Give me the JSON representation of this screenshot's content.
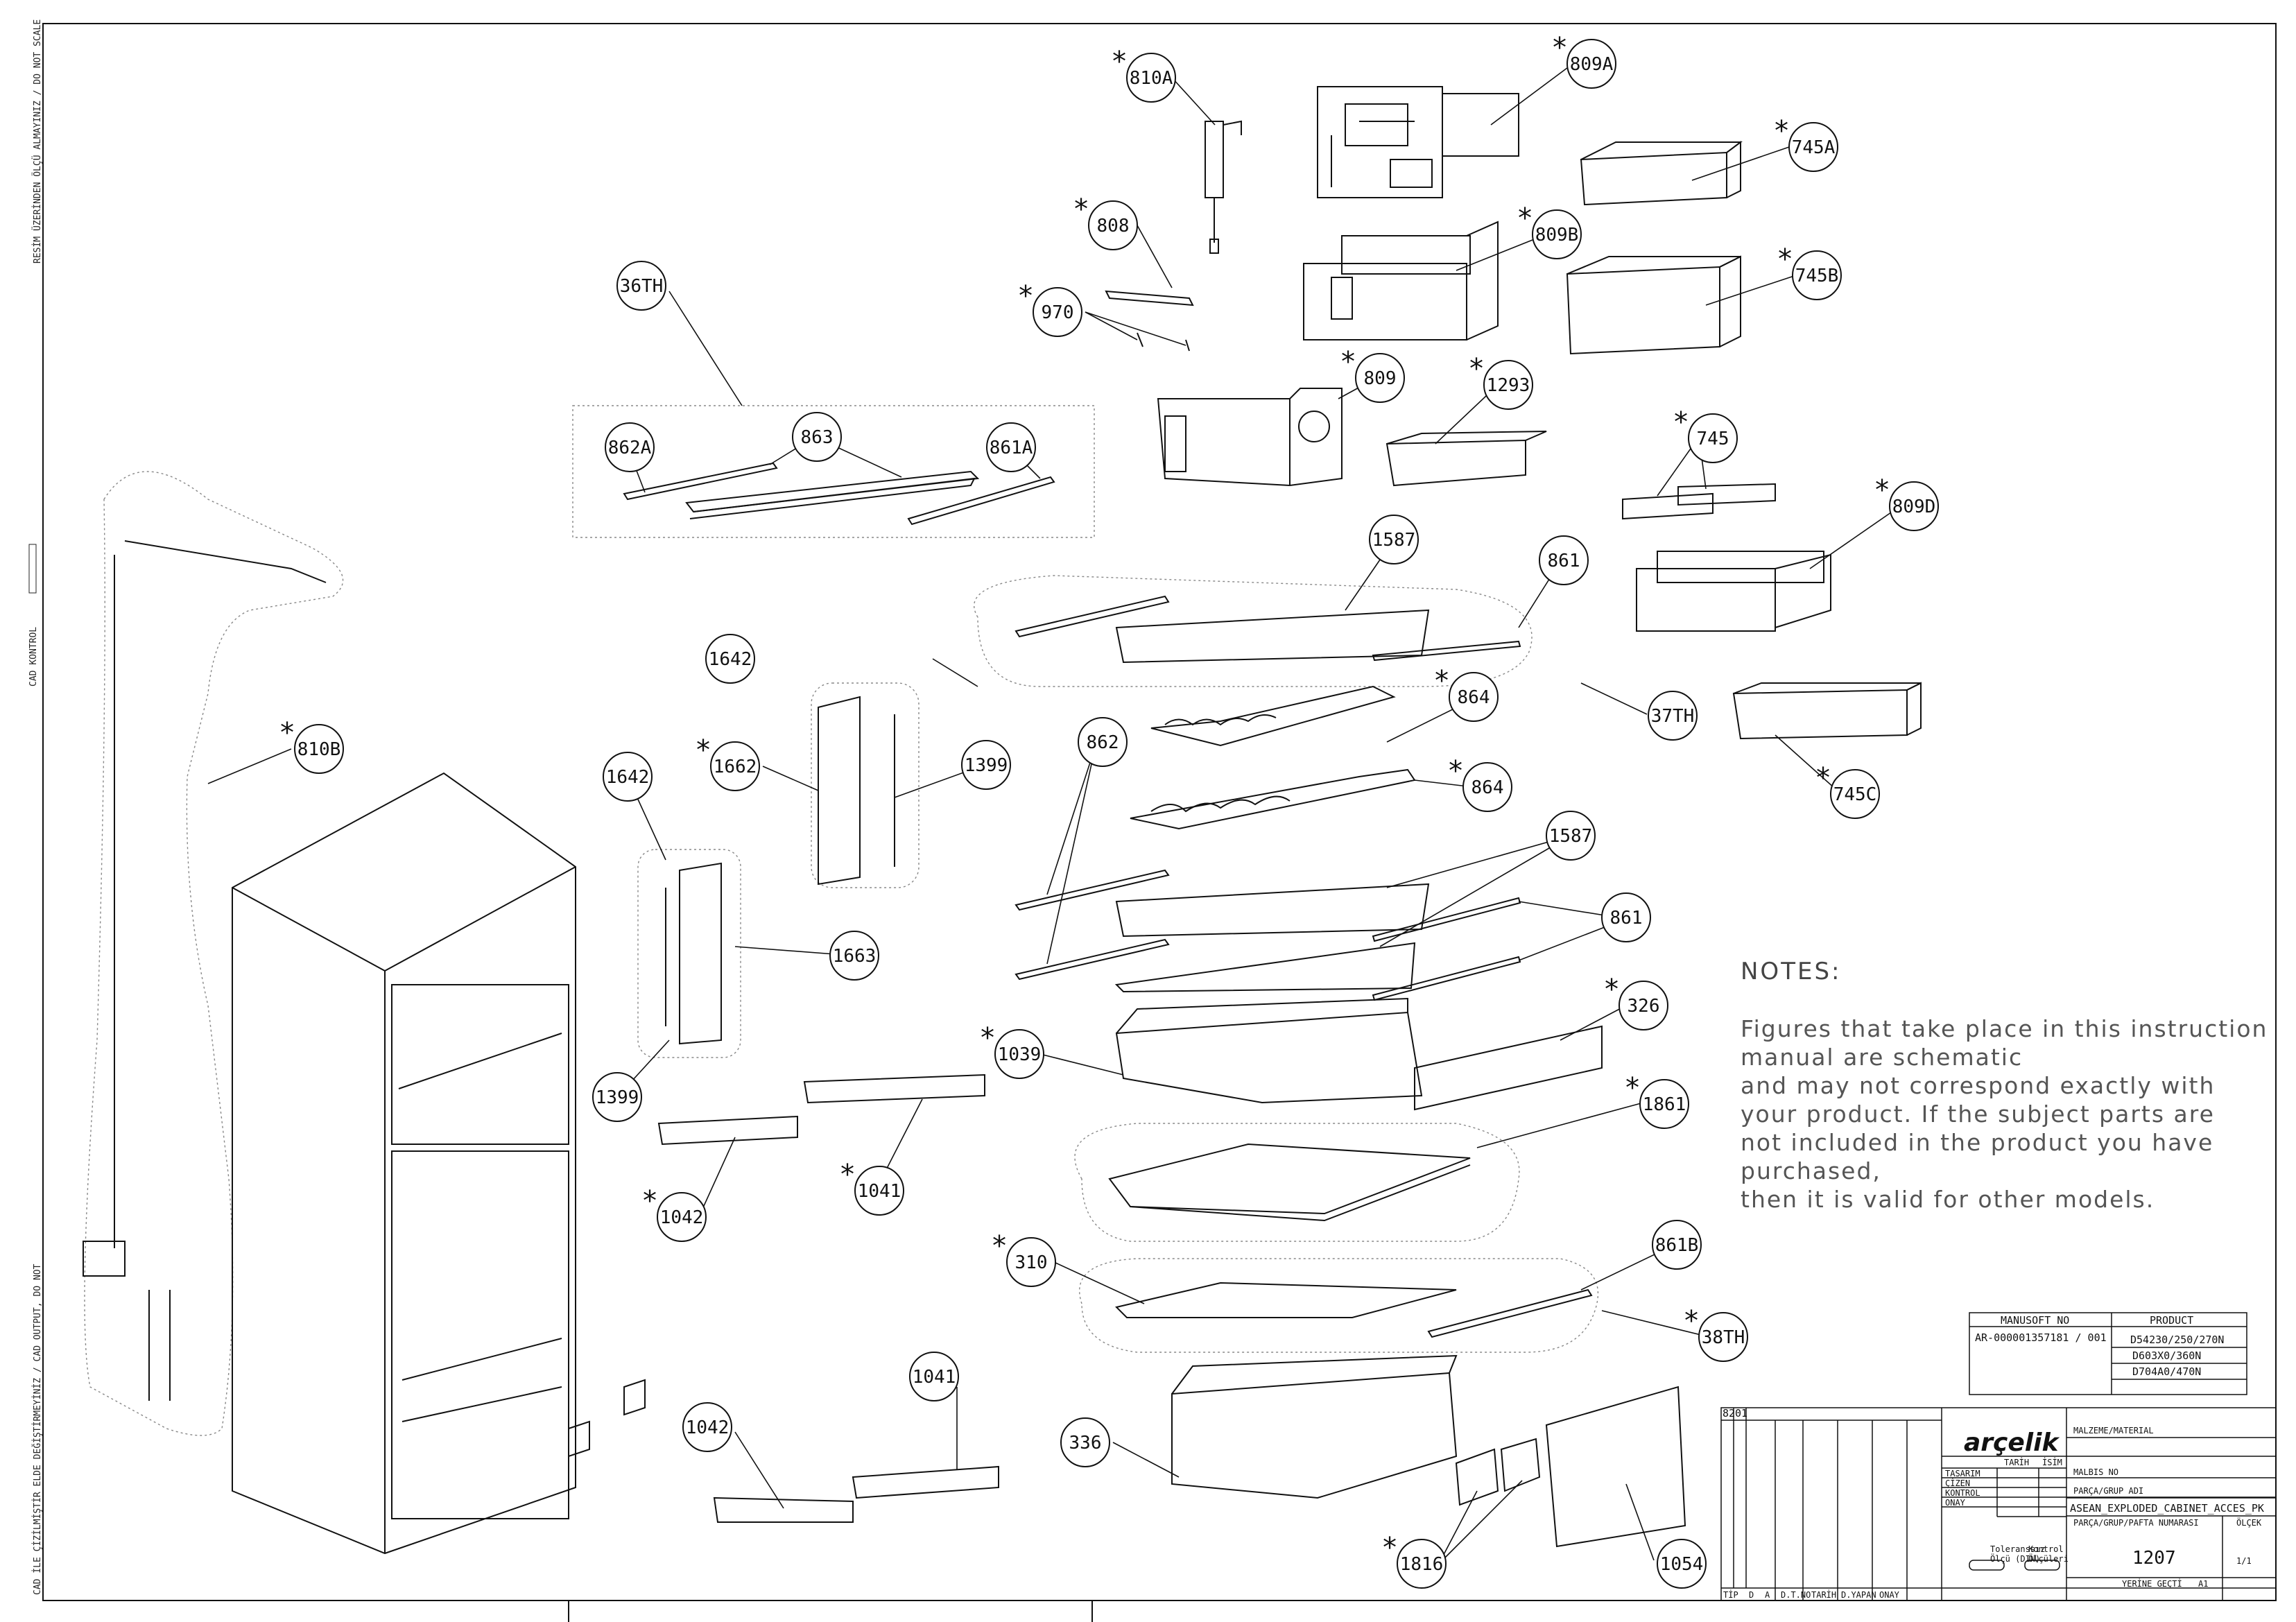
{
  "side_labels": {
    "top": "RESİM ÜZERİNDEN ÖLÇÜ ALMAYINIZ / DO NOT SCALE",
    "middle": "CAD KONTROL",
    "bottom": "CAD İLE ÇİZİLMİŞTİR ELDE DEĞİŞTİRMEYİNİZ / CAD OUTPUT, DO NOT"
  },
  "callouts": [
    {
      "id": "810A",
      "label": "810A",
      "star": true
    },
    {
      "id": "809A",
      "label": "809A",
      "star": true
    },
    {
      "id": "808",
      "label": "808",
      "star": true
    },
    {
      "id": "809B",
      "label": "809B",
      "star": true
    },
    {
      "id": "745A",
      "label": "745A",
      "star": true
    },
    {
      "id": "745B",
      "label": "745B",
      "star": true
    },
    {
      "id": "970",
      "label": "970",
      "star": true
    },
    {
      "id": "36TH",
      "label": "36TH",
      "star": false
    },
    {
      "id": "809",
      "label": "809",
      "star": true
    },
    {
      "id": "1293",
      "label": "1293",
      "star": true
    },
    {
      "id": "745",
      "label": "745",
      "star": true
    },
    {
      "id": "862A",
      "label": "862A",
      "star": false
    },
    {
      "id": "863",
      "label": "863",
      "star": false
    },
    {
      "id": "861A",
      "label": "861A",
      "star": false
    },
    {
      "id": "809D",
      "label": "809D",
      "star": true
    },
    {
      "id": "1587a",
      "label": "1587",
      "star": false
    },
    {
      "id": "861a",
      "label": "861",
      "star": false
    },
    {
      "id": "1642a",
      "label": "1642",
      "star": false
    },
    {
      "id": "37TH",
      "label": "37TH",
      "star": false
    },
    {
      "id": "864a",
      "label": "864",
      "star": true
    },
    {
      "id": "810B",
      "label": "810B",
      "star": true
    },
    {
      "id": "862",
      "label": "862",
      "star": false
    },
    {
      "id": "1662",
      "label": "1662",
      "star": true
    },
    {
      "id": "1399a",
      "label": "1399",
      "star": false
    },
    {
      "id": "745C",
      "label": "745C",
      "star": true
    },
    {
      "id": "1642b",
      "label": "1642",
      "star": false
    },
    {
      "id": "864b",
      "label": "864",
      "star": true
    },
    {
      "id": "1587b",
      "label": "1587",
      "star": false
    },
    {
      "id": "861b",
      "label": "861",
      "star": false
    },
    {
      "id": "1663",
      "label": "1663",
      "star": false
    },
    {
      "id": "326",
      "label": "326",
      "star": true
    },
    {
      "id": "1039",
      "label": "1039",
      "star": true
    },
    {
      "id": "1399b",
      "label": "1399",
      "star": false
    },
    {
      "id": "1861",
      "label": "1861",
      "star": true
    },
    {
      "id": "1041a",
      "label": "1041",
      "star": true
    },
    {
      "id": "1042a",
      "label": "1042",
      "star": true
    },
    {
      "id": "861B",
      "label": "861B",
      "star": false
    },
    {
      "id": "310",
      "label": "310",
      "star": true
    },
    {
      "id": "38TH",
      "label": "38TH",
      "star": true
    },
    {
      "id": "1041b",
      "label": "1041",
      "star": false
    },
    {
      "id": "1042b",
      "label": "1042",
      "star": false
    },
    {
      "id": "336",
      "label": "336",
      "star": false
    },
    {
      "id": "1816",
      "label": "1816",
      "star": true
    },
    {
      "id": "1054",
      "label": "1054",
      "star": false
    }
  ],
  "notes": {
    "title": "NOTES:",
    "lines": [
      "Figures that take place in this instruction",
      "manual are schematic",
      "and may not correspond exactly with",
      "your product. If the subject parts are",
      "not included in the product you have",
      "purchased,",
      "then it is valid for other models."
    ]
  },
  "product_table": {
    "headers": [
      "MANUSOFT NO",
      "PRODUCT"
    ],
    "manusoft_no": "AR-000001357181 / 001",
    "products": [
      "D54230/250/270N",
      "D603X0/360N",
      "D704A0/470N"
    ]
  },
  "title_block": {
    "logo": "arçelik",
    "malzeme": "MALZEME/MATERIAL",
    "malbis": "MALBIS NO",
    "parca_grup": "PARÇA/GRUP ADI",
    "part_name": "ASEAN_EXPLODED_CABINET_ACCES_PK",
    "parca_grup_pafta": "PARÇA/GRUP/PAFTA NUMARASI",
    "olcek": "ÖLÇEK",
    "drawing_number": "1207",
    "yerine_gecti": "YERİNE GEÇTİ",
    "sheet_size": "A1",
    "scale_value": "1/1",
    "tarih": "TARİH",
    "isim": "İSİM",
    "roles": [
      "TASARIM",
      "ÇİZEN",
      "KONTROL",
      "ONAY"
    ],
    "tolerance_label_1": "Toleranssız",
    "tolerance_label_2": "Ölçü (DIN)",
    "kontrol_label_1": "Kontrol",
    "kontrol_label_2": "Ölçüleri",
    "fields_bottom": [
      "TİP",
      "D",
      "A",
      "D.T.NO",
      "TARİH",
      "D.YAPAN",
      "ONAY"
    ],
    "revision_marks": [
      "82",
      "01"
    ]
  }
}
